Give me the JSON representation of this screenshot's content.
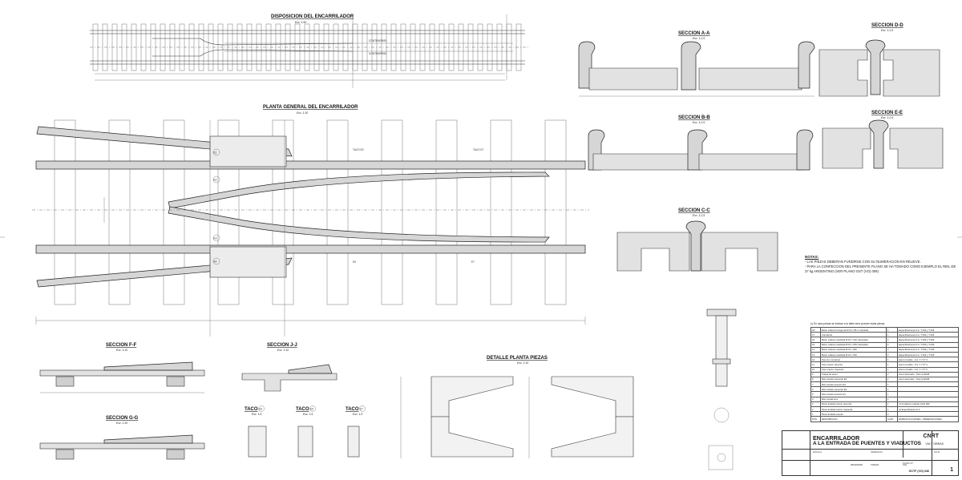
{
  "titles": {
    "disposicion": "DISPOSICION DEL ENCARRILADOR",
    "disposicion_scale": "Esc. 1:50",
    "planta": "PLANTA GENERAL DEL ENCARRILADOR",
    "planta_scale": "Esc. 1:10",
    "sec_aa": "SECCION A-A",
    "sec_aa_scale": "Esc. 1:2,5",
    "sec_bb": "SECCION B-B",
    "sec_bb_scale": "Esc. 1:2,5",
    "sec_cc": "SECCION C-C",
    "sec_cc_scale": "Esc. 1:2,5",
    "sec_dd": "SECCION D-D",
    "sec_dd_scale": "Esc. 1:2,5",
    "sec_ee": "SECCION E-E",
    "sec_ee_scale": "Esc. 1:2,5",
    "sec_ff": "SECCION F-F",
    "sec_ff_scale": "Esc. 1:10",
    "sec_gg": "SECCION G-G",
    "sec_gg_scale": "Esc. 1:10",
    "sec_jj": "SECCION J-J",
    "sec_jj_scale": "Esc. 1:10",
    "detalle": "DETALLE PLANTA PIEZAS",
    "detalle_scale": "Esc. 1:10",
    "taco_e5": "TACO",
    "taco_e6": "TACO",
    "taco_e7": "TACO",
    "taco_scale": "Esc. 1:5"
  },
  "labels": {
    "contrarriel": "CONTRARRIEL",
    "taco_e5": "TACO E5",
    "taco_e7": "TACO E7",
    "e1": "E1",
    "e2": "E2",
    "e3": "E3",
    "e4": "E4",
    "e5": "E5",
    "e6": "E6",
    "e7": "E7"
  },
  "notes": {
    "title": "NOTAS:",
    "items": [
      "- LAS PIEZAS DEBERAN FUNDIRSE CON SU NUMERACION EN RELIEVE.",
      "- PARA LA CONFECCION DEL PRESENTE PLANO SE HA TOMADO COMO EJEMPLO EL RIEL DE 37 kg ARGENTINO (VER PLANO GST (VO) 009)"
    ]
  },
  "parts_list": {
    "header": "(¹) En caso piezas se indican a la debe sera proveer estas piezas",
    "rows": [
      [
        "18",
        "Bulon cabeza hexagonal Ø 22 x 86 c/ arandela",
        "1",
        "Especificaciones F.A. T 009 y T 006"
      ],
      [
        "17",
        "Contrarriel",
        "1",
        "Especificaciones F.A. T 009 y T 006"
      ],
      [
        "16",
        "Bulon cabeza cuadrada Ø 20 x 140 c/arandela",
        "4",
        "Especificaciones F.A. T 009 y T 006"
      ],
      [
        "15",
        "Bulon cabeza cuadrada Ø 20 x 155 c/arandela",
        "4",
        "Especificaciones F.A. T 009 y T 006"
      ],
      [
        "14",
        "Bulon cabeza cuadrada Ø 22 x 260",
        "2",
        "Especificaciones F.A. T 009 y T 006"
      ],
      [
        "13",
        "Bulon cabeza cuadrada Ø 22 x 150",
        "2",
        "Especificaciones F.A. T 009 y T 006"
      ],
      [
        "12",
        "Taco de contrarriel",
        "1",
        "Hierro fundido - F.A. T 7 Nº 3"
      ],
      [
        "11",
        "Taco interior derecho",
        "1",
        "Hierro fundido - F.A. T 7 Nº 3"
      ],
      [
        "10",
        "Taco interior izquierdo",
        "1",
        "Hierro fundido - F.A. T 7 Nº 3"
      ],
      [
        "9",
        "Chapa de acero",
        "2",
        "Acero laminado - Norma IRAM"
      ],
      [
        "8",
        "Riel cortado izquierdo E4",
        "1",
        "Acero laminado - Norma IRAM"
      ],
      [
        "7",
        "Riel cortado derecho E3",
        "1",
        ""
      ],
      [
        "6",
        "Riel cortado izquierdo E2",
        "1",
        ""
      ],
      [
        "5",
        "Riel cortado derecho E1",
        "1",
        ""
      ],
      [
        "4",
        "Riel cortado E-a",
        "1",
        ""
      ],
      [
        "3",
        "Pieza fundida interior derecha",
        "1",
        "(¹) Fundicion nodular GGG 600"
      ],
      [
        "2",
        "Pieza fundida interior izquierda",
        "1",
        "(²) Especificacion F.A."
      ],
      [
        "1",
        "Pieza fundida exterior",
        "2",
        ""
      ]
    ],
    "foot": [
      "POS",
      "DESCRIPCION",
      "CANT",
      "ESPECIFICACIONES / OBSERVACIONES"
    ]
  },
  "title_block": {
    "line1": "ENCARRILADOR",
    "line2": "A LA ENTRADA DE PUENTES Y VIADUCTOS",
    "org": "CNRT",
    "area": "VIA Y OBRAS",
    "sheet": "1",
    "plano": "GCTF (VO) 046",
    "date": "06/02/2015",
    "todas": "TODAS",
    "via": "VIA",
    "lbl_escala": "ESCALA",
    "lbl_plano": "PLANO Nº",
    "lbl_hoja": "HOJA",
    "lbl_gerencia": "GERENCIA"
  },
  "colors": {
    "line": "#333333",
    "fill": "#e2e2e2",
    "paper": "#ffffff"
  }
}
